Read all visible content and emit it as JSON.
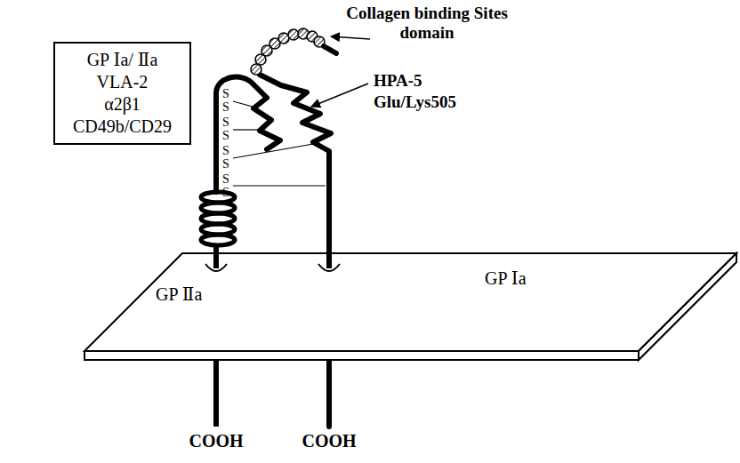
{
  "diagram": {
    "nodes": [
      {
        "text": [
          "GP Ⅰa/ Ⅱa",
          "VLA-2",
          "α2β1",
          "CD49b/CD29"
        ]
      },
      {
        "text": [
          "GP Ⅱa",
          "GP Ⅰa"
        ]
      }
    ],
    "labels": [
      "Collagen binding Sites domain",
      "HPA-5",
      "Glu/Lys505",
      "S",
      "S",
      "S",
      "S",
      "S",
      "S",
      "S",
      "S",
      "COOH",
      "COOH"
    ]
  }
}
